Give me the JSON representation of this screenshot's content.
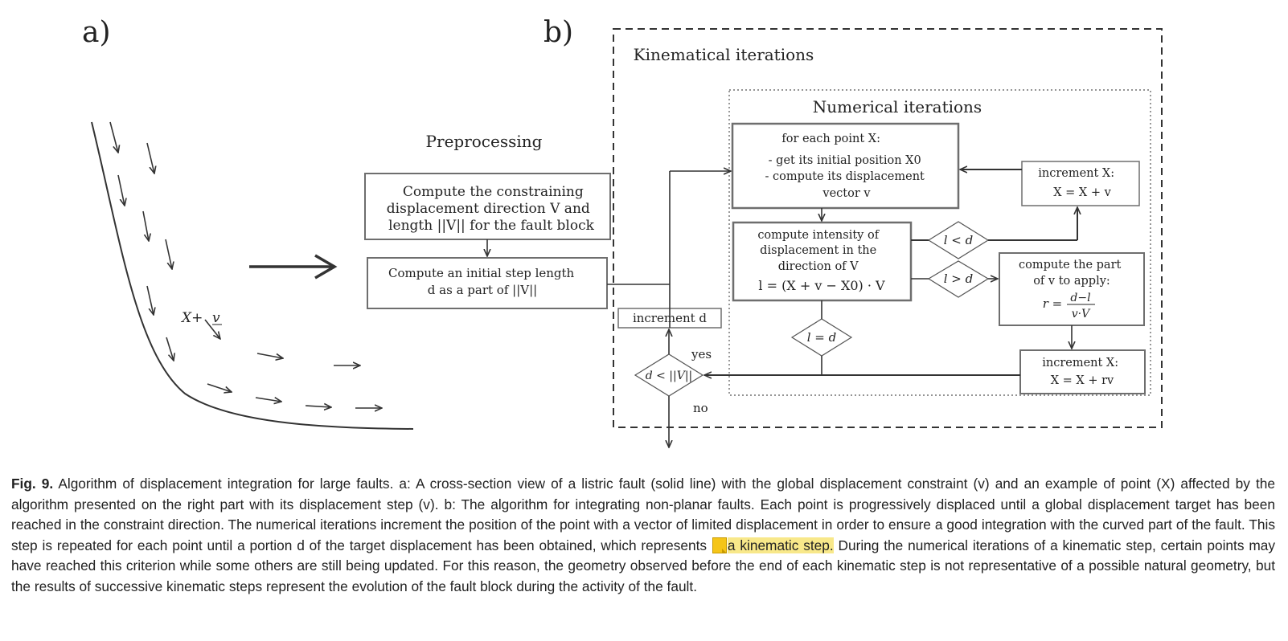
{
  "panels": {
    "a": "a)",
    "b": "b)"
  },
  "panel_a": {
    "point_label": "X+",
    "vector_label": "v"
  },
  "panel_b": {
    "preprocessing_title": "Preprocessing",
    "box_constraint": [
      "Compute the constraining",
      "displacement direction V and",
      "length ||V|| for the fault block"
    ],
    "box_initial_step": [
      "Compute an initial step length",
      "d as a part of ||V||"
    ],
    "kinematical_title": "Kinematical iterations",
    "numerical_title": "Numerical iterations",
    "box_for_each": [
      "for each point X:",
      "- get its initial position X0",
      "- compute its displacement",
      "vector v"
    ],
    "box_intensity": [
      "compute intensity of",
      "displacement in the",
      "direction of V",
      "l = (X + v − X0) · V"
    ],
    "box_increment_x_top": [
      "increment X:",
      "X = X + v"
    ],
    "box_compute_part": [
      "compute the part",
      "of v to apply:",
      "r =",
      "d−l",
      "v·V"
    ],
    "box_increment_x_bottom": [
      "increment X:",
      "X = X + rv"
    ],
    "box_increment_d": "increment d",
    "diamond_l_less_d": "l < d",
    "diamond_l_greater_d": "l > d",
    "diamond_l_equal_d": "l = d",
    "diamond_d_less_V": "d < ||V||",
    "label_yes": "yes",
    "label_no": "no"
  },
  "caption": {
    "label": "Fig. 9.",
    "text_1": "Algorithm of displacement integration for large faults. a: A cross-section view of a listric fault (solid line) with the global displacement constraint (v) and an example of point (X) affected by the algorithm presented on the right part with its displacement step (v). b: The algorithm for integrating non-planar faults. Each point is progressively displaced until a global displacement target has been reached in the constraint direction. The numerical iterations increment the position of the point with a vector of limited displacement in order to ensure a good integration with the curved part of the fault. This step is repeated for each point until a portion d of the target displacement has been obtained, which represents",
    "highlight": "a kinematic step.",
    "text_2": "During the numerical iterations of a kinematic step, certain points may have reached this criterion while some others are still being updated. For this reason, the geometry observed before the end of each kinematic step is not representative of a possible natural geometry, but the results of successive kinematic steps represent the evolution of the fault block during the activity of the fault."
  },
  "colors": {
    "box_border": "#6e6e6e",
    "line": "#333333",
    "highlight": "#f8e88a",
    "note_icon": "#f5c518"
  }
}
